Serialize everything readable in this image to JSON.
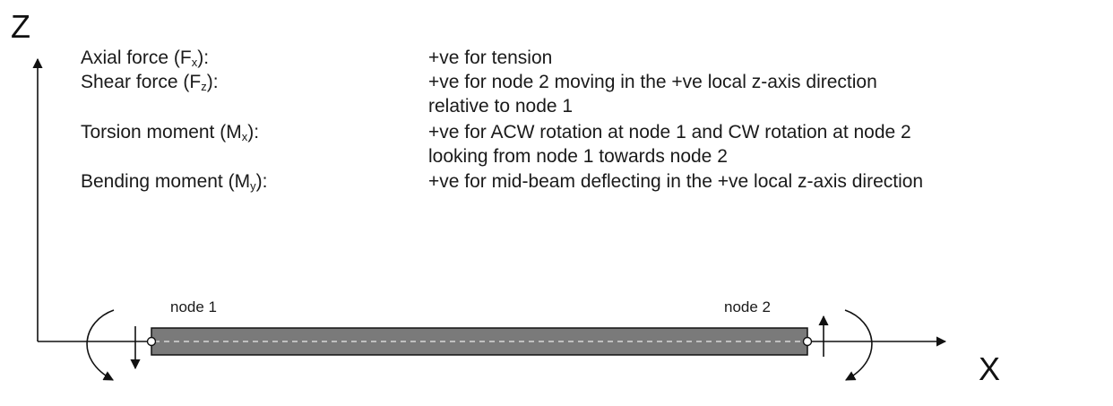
{
  "axes": {
    "z_label": "Z",
    "x_label": "X"
  },
  "conventions": [
    {
      "label": "Axial force (F",
      "sub": "x",
      "suffix": "):",
      "desc": [
        "+ve for tension"
      ]
    },
    {
      "label": "Shear force (F",
      "sub": "z",
      "suffix": "):",
      "desc": [
        "+ve for node 2 moving in the +ve local z-axis direction",
        " relative to node 1"
      ]
    },
    {
      "label": "Torsion moment (M",
      "sub": "x",
      "suffix": "):",
      "desc": [
        "+ve for ACW rotation at node 1 and CW rotation at node 2",
        " looking from node 1 towards node 2"
      ]
    },
    {
      "label": "Bending moment (M",
      "sub": "y",
      "suffix": "):",
      "desc": [
        "+ve for mid-beam deflecting in the +ve local z-axis direction"
      ]
    }
  ],
  "beam": {
    "node1_label": "node 1",
    "node2_label": "node 2",
    "fill_color": "#7a7a7a",
    "centerline_color": "#d8d8d8"
  }
}
